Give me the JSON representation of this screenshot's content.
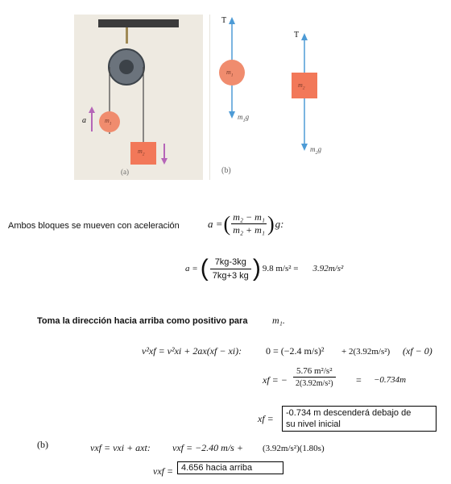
{
  "figure": {
    "pane_a": {
      "caption": "(a)",
      "a_label": "a",
      "m1": "m",
      "m1_sub": "1",
      "m2": "m",
      "m2_sub": "2"
    },
    "pane_b": {
      "caption": "(b)",
      "T1": "T",
      "T2": "T",
      "m1": "m",
      "m1_sub": "1",
      "m2": "m",
      "m2_sub": "2",
      "w1": "m",
      "w1_sub": "1",
      "w1_g": "g",
      "w2": "m",
      "w2_sub": "2",
      "w2_g": "g"
    },
    "colors": {
      "mass1": "#f08c6e",
      "mass2": "#f27859",
      "arrow": "#4d9bd6",
      "accel": "#b565b8",
      "pulley": "#5f6872",
      "bar": "#3b3b3b"
    }
  },
  "intro": {
    "text": "Ambos bloques se mueven con aceleración",
    "formula_lhs": "a =",
    "num": "m₂ − m₁",
    "den": "m₂ + m₁",
    "tail": "g:"
  },
  "calc": {
    "lhs": "a =",
    "num": "7kg-3kg",
    "den": "7kg+3 kg",
    "mult": "9.8 m/s² =",
    "result": "3.92m/s²"
  },
  "direction": {
    "text": "Toma la dirección hacia arriba como positivo para",
    "var": "m₁."
  },
  "kin": {
    "eq_general": "v²xf = v²xi + 2ax(xf − xi):",
    "eq_sub_a": "0 = (−2.4 m/s)²",
    "eq_sub_b": "+ 2(3.92m/s²)",
    "eq_sub_c": "(xf − 0)",
    "xf_lhs": "xf = −",
    "xf_num": "5.76 m²/s²",
    "xf_den": "2(3.92m/s²)",
    "xf_eq": "=",
    "xf_val": "−0.734m",
    "xf_box_lhs": "xf =",
    "xf_box_line1": "-0.734 m descenderá debajo de",
    "xf_box_line2": "su nivel inicial"
  },
  "part_b": {
    "label": "(b)",
    "eq1": "vxf = vxi + axt:",
    "eq2": "vxf = −2.40 m/s +",
    "eq3": "(3.92m/s²)(1.80s)",
    "res_lhs": "vxf =",
    "res_box": "4.656 hacia arriba"
  }
}
